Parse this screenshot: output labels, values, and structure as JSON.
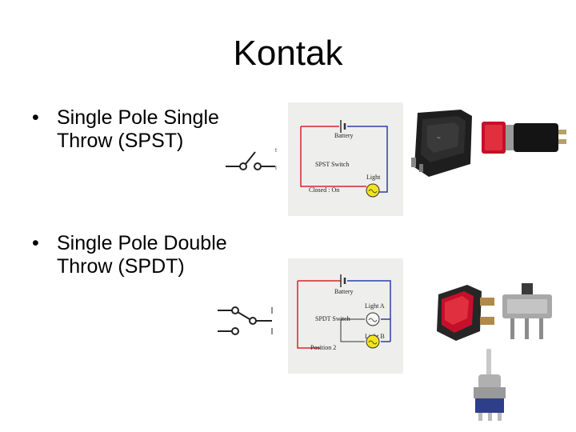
{
  "slide": {
    "title": "Kontak",
    "bullets": [
      {
        "marker": "•",
        "text": "Single Pole Single Throw (SPST)"
      },
      {
        "marker": "•",
        "text": "Single Pole Double Throw (SPDT)"
      }
    ]
  },
  "spst_diagram": {
    "battery_label": "Battery",
    "switch_label": "SPST Switch",
    "light_label": "Light",
    "state_label": "Closed : On"
  },
  "spdt_diagram": {
    "battery_label": "Battery",
    "switch_label": "SPDT Switch",
    "light_a_label": "Light A",
    "light_b_label": "Light B",
    "position_label": "Position 2"
  },
  "colors": {
    "wire_red": "#d8242c",
    "wire_blue": "#2a3fa8",
    "lamp_yellow": "#f2e41c",
    "rocker_red": "#c5102a"
  }
}
